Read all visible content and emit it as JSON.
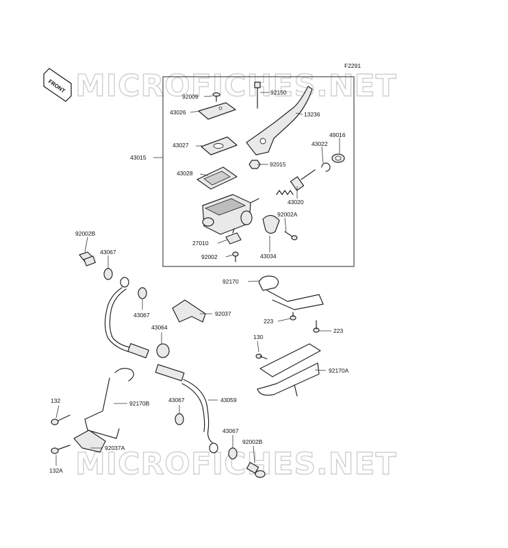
{
  "diagram": {
    "figure_code": "F2291",
    "watermark": "MICROFICHES.NET",
    "front_label": "FRONT",
    "labels": {
      "l92009": "92009",
      "l92150": "92150",
      "l43026": "43026",
      "l13236": "13236",
      "l49016": "49016",
      "l43027": "43027",
      "l43022": "43022",
      "l43015": "43015",
      "l43028": "43028",
      "l92015": "92015",
      "l43020": "43020",
      "l92002A": "92002A",
      "l27010": "27010",
      "l92002": "92002",
      "l43034": "43034",
      "l92002B_top": "92002B",
      "l43067_a": "43067",
      "l43067_b": "43067",
      "l92170": "92170",
      "l92037": "92037",
      "l43064": "43064",
      "l223_a": "223",
      "l223_b": "223",
      "l130": "130",
      "l92170A": "92170A",
      "l132": "132",
      "l92170B": "92170B",
      "l43067_c": "43067",
      "l43059": "43059",
      "l43067_d": "43067",
      "l92002B_bot": "92002B",
      "l92037A": "92037A",
      "l132A": "132A"
    }
  }
}
